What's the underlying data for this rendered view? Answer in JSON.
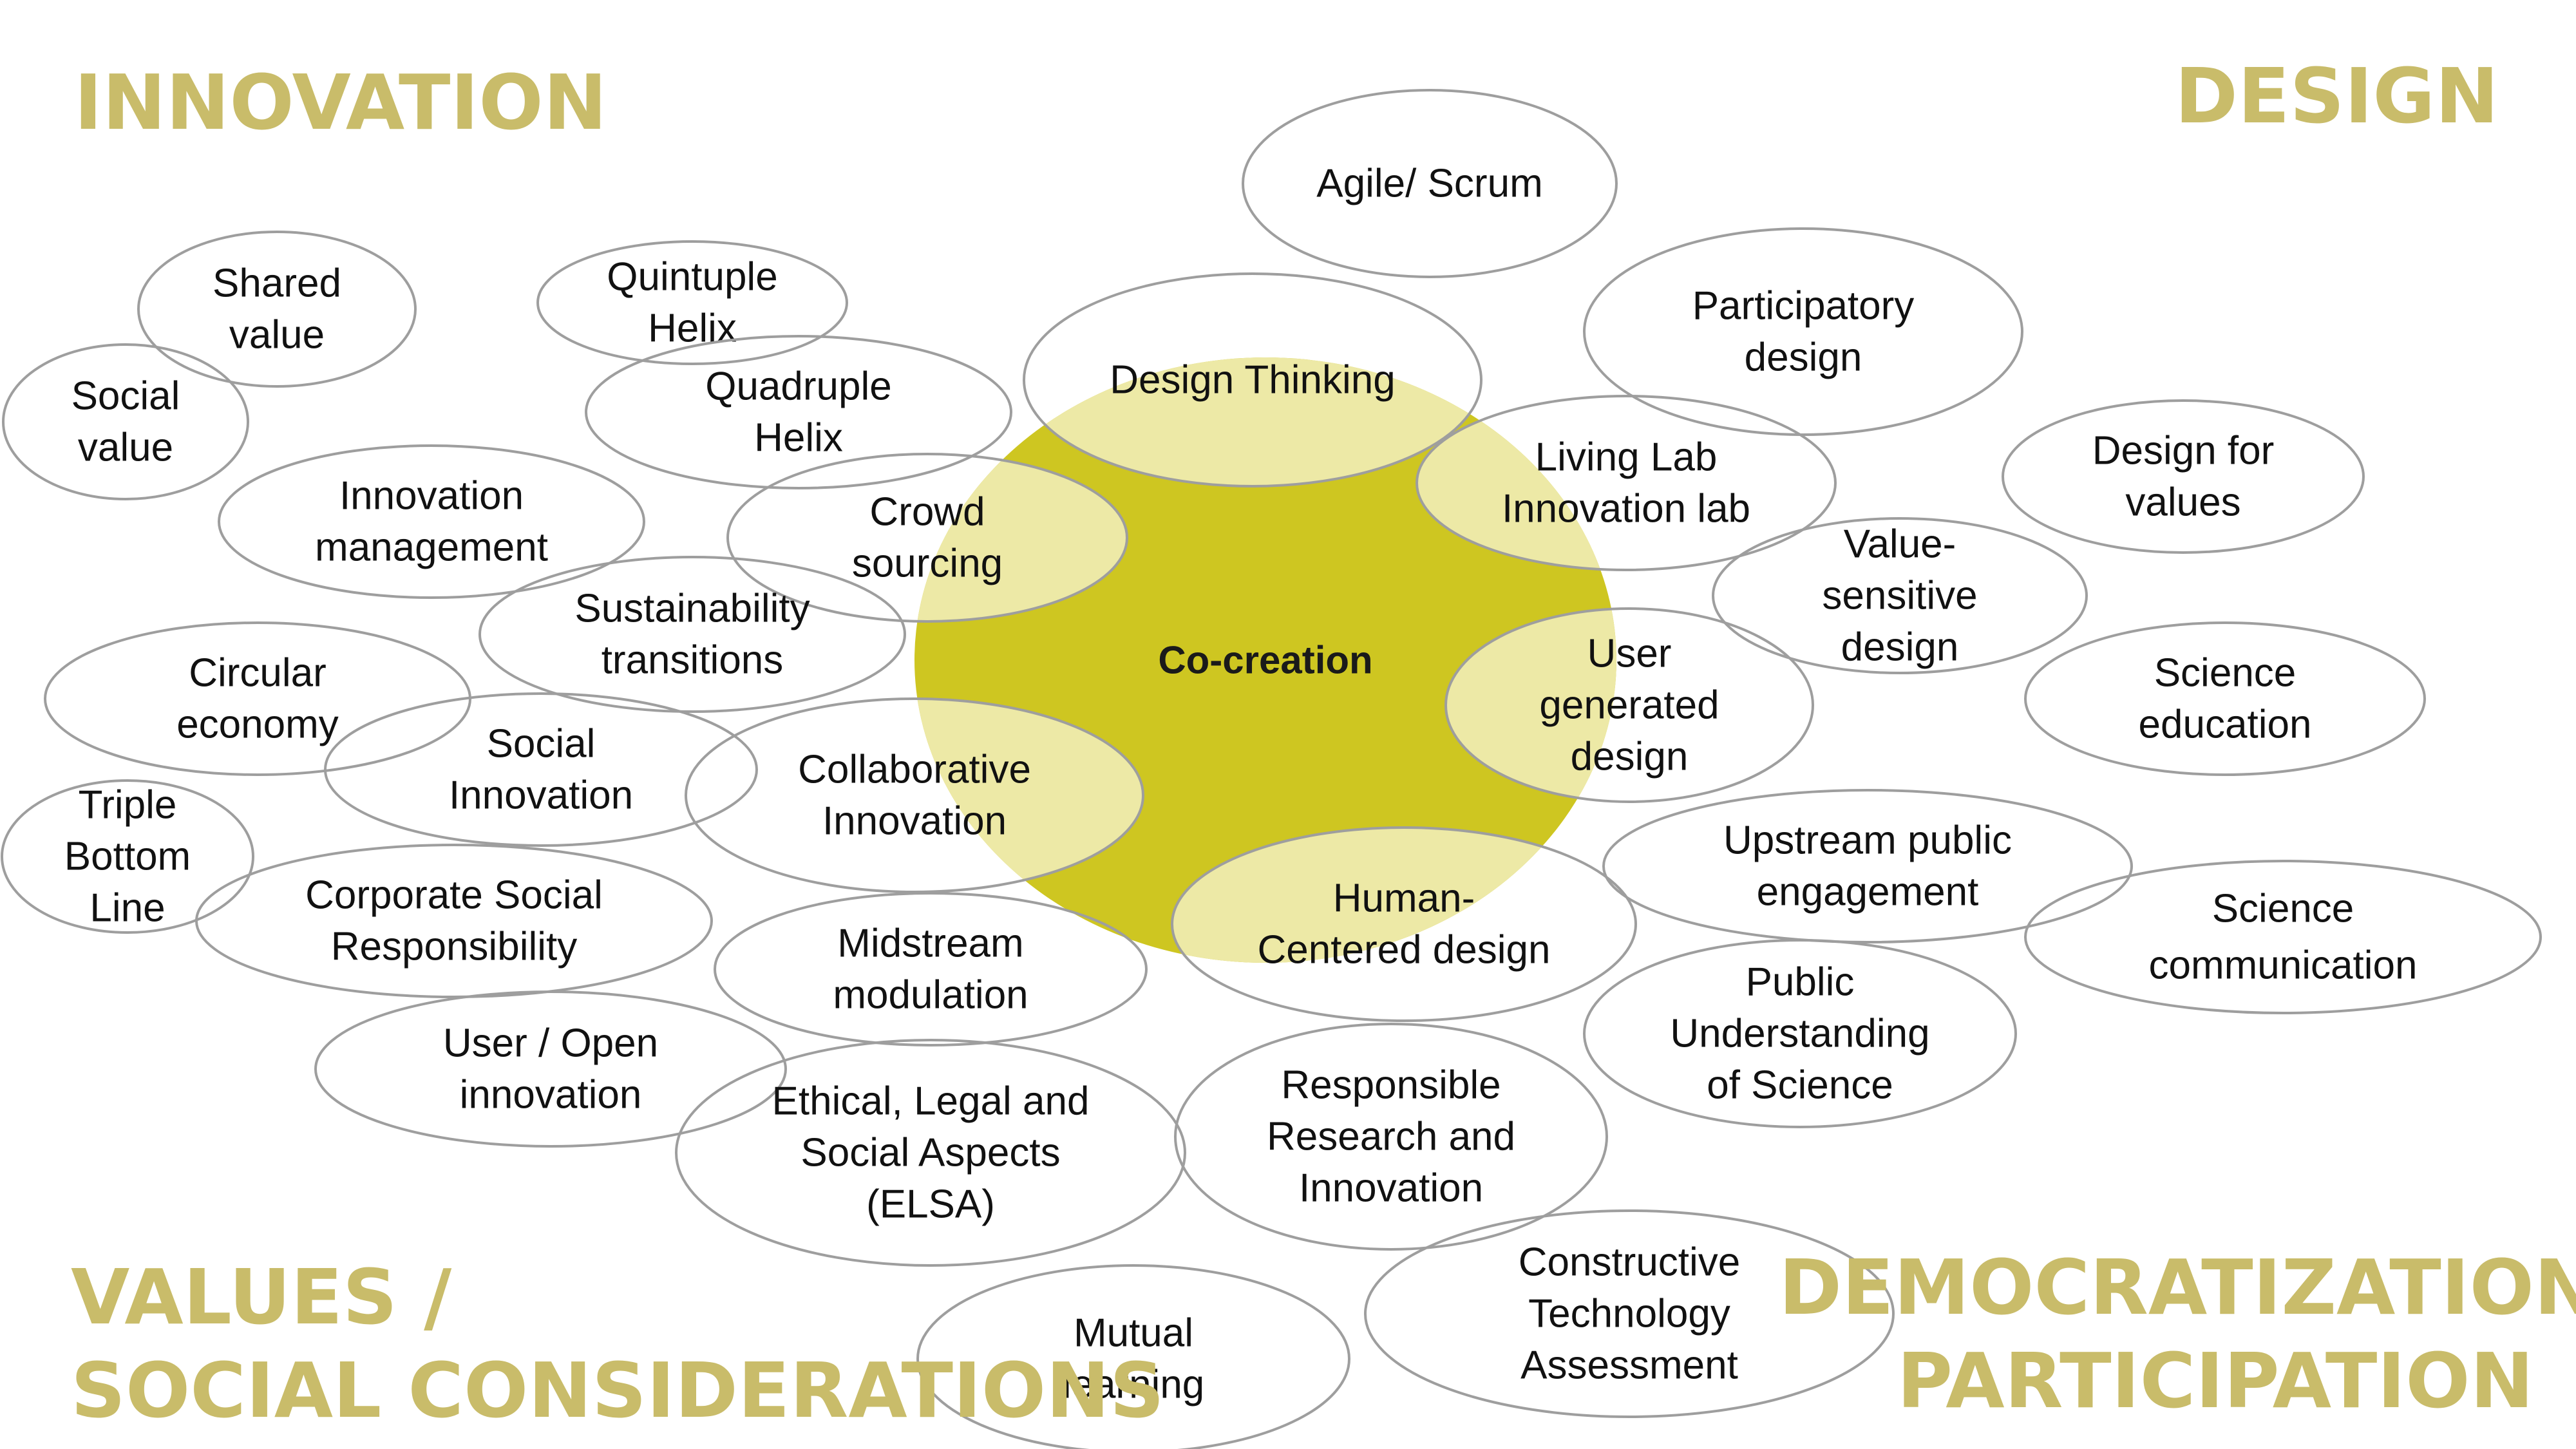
{
  "colors": {
    "accent": "#C9BC6A",
    "core": "#CEC621",
    "overlap": "#EDE9A6",
    "outline": "#9E9E9E",
    "text": "#111111"
  },
  "corners": {
    "top_left": [
      "INNOVATION"
    ],
    "top_right": [
      "DESIGN"
    ],
    "bottom_left": [
      "VALUES /",
      "SOCIAL CONSIDERATIONS"
    ],
    "bottom_right": [
      "DEMOCRATIZATION /",
      "PARTICIPATION"
    ]
  },
  "center": {
    "label": "Co-creation"
  },
  "bubbles": [
    {
      "id": "shared-value",
      "lines": [
        "Shared",
        "value"
      ],
      "overlaps_core": false
    },
    {
      "id": "social-value",
      "lines": [
        "Social",
        "value"
      ],
      "overlaps_core": false
    },
    {
      "id": "quintuple-helix",
      "lines": [
        "Quintuple",
        "Helix"
      ],
      "overlaps_core": false
    },
    {
      "id": "quadruple-helix",
      "lines": [
        "Quadruple",
        "Helix"
      ],
      "overlaps_core": false
    },
    {
      "id": "innovation-management",
      "lines": [
        "Innovation",
        "management"
      ],
      "overlaps_core": false
    },
    {
      "id": "crowd-sourcing",
      "lines": [
        "Crowd",
        "sourcing"
      ],
      "overlaps_core": true
    },
    {
      "id": "sustainability-transitions",
      "lines": [
        "Sustainability",
        "transitions"
      ],
      "overlaps_core": false
    },
    {
      "id": "circular-economy",
      "lines": [
        "Circular",
        "economy"
      ],
      "overlaps_core": false
    },
    {
      "id": "social-innovation",
      "lines": [
        "Social",
        "Innovation"
      ],
      "overlaps_core": false
    },
    {
      "id": "collaborative-innovation",
      "lines": [
        "Collaborative",
        "Innovation"
      ],
      "overlaps_core": true
    },
    {
      "id": "triple-bottom-line",
      "lines": [
        "Triple",
        "Bottom",
        "Line"
      ],
      "overlaps_core": false
    },
    {
      "id": "corporate-social-responsibility",
      "lines": [
        "Corporate Social",
        "Responsibility"
      ],
      "overlaps_core": false
    },
    {
      "id": "midstream-modulation",
      "lines": [
        "Midstream",
        "modulation"
      ],
      "overlaps_core": false
    },
    {
      "id": "user-open-innovation",
      "lines": [
        "User / Open",
        "innovation"
      ],
      "overlaps_core": false
    },
    {
      "id": "elsa",
      "lines": [
        "Ethical, Legal and",
        "Social Aspects",
        "(ELSA)"
      ],
      "overlaps_core": false
    },
    {
      "id": "mutual-learning",
      "lines": [
        "Mutual",
        "learning"
      ],
      "overlaps_core": false
    },
    {
      "id": "agile-scrum",
      "lines": [
        "Agile/ Scrum"
      ],
      "overlaps_core": false
    },
    {
      "id": "design-thinking",
      "lines": [
        "Design Thinking"
      ],
      "overlaps_core": true
    },
    {
      "id": "participatory-design",
      "lines": [
        "Participatory",
        "design"
      ],
      "overlaps_core": false
    },
    {
      "id": "living-lab",
      "lines": [
        "Living Lab",
        "Innovation lab"
      ],
      "overlaps_core": true
    },
    {
      "id": "design-for-values",
      "lines": [
        "Design for",
        "values"
      ],
      "overlaps_core": false
    },
    {
      "id": "value-sensitive-design",
      "lines": [
        "Value-",
        "sensitive",
        "design"
      ],
      "overlaps_core": false
    },
    {
      "id": "user-generated-design",
      "lines": [
        "User",
        "generated",
        "design"
      ],
      "overlaps_core": true
    },
    {
      "id": "science-education",
      "lines": [
        "Science",
        "education"
      ],
      "overlaps_core": false
    },
    {
      "id": "upstream-public-engagement",
      "lines": [
        "Upstream public",
        "engagement"
      ],
      "overlaps_core": false
    },
    {
      "id": "human-centered-design",
      "lines": [
        "Human-",
        "Centered design"
      ],
      "overlaps_core": true
    },
    {
      "id": "science-communication",
      "lines": [
        "Science",
        "communication"
      ],
      "overlaps_core": false
    },
    {
      "id": "public-understanding-of-science",
      "lines": [
        "Public",
        "Understanding",
        "of Science"
      ],
      "overlaps_core": false
    },
    {
      "id": "rri",
      "lines": [
        "Responsible",
        "Research and",
        "Innovation"
      ],
      "overlaps_core": false
    },
    {
      "id": "constructive-technology-assessment",
      "lines": [
        "Constructive",
        "Technology",
        "Assessment"
      ],
      "overlaps_core": false
    }
  ]
}
